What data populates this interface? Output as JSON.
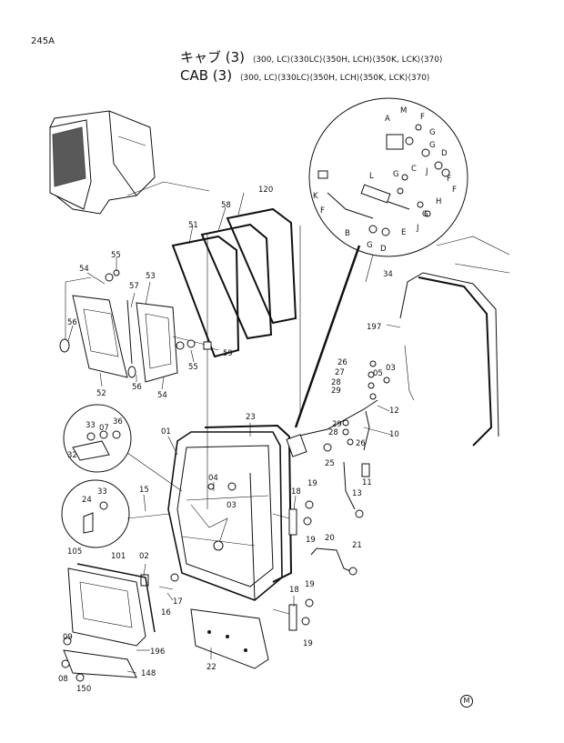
{
  "header": {
    "page_code": "245A",
    "title_jp": "キャブ (3)",
    "title_en": "CAB (3)",
    "models": "⟨300, LC⟩⟨330LC⟩⟨350H, LCH⟩⟨350K, LCK⟩⟨370⟩"
  },
  "part_labels": [
    "120",
    "58",
    "51",
    "55",
    "54",
    "53",
    "57",
    "56",
    "59",
    "55",
    "52",
    "56",
    "54",
    "01",
    "23",
    "32",
    "33",
    "07",
    "36",
    "24",
    "33",
    "15",
    "04",
    "03",
    "18",
    "19",
    "19",
    "20",
    "21",
    "18",
    "19",
    "19",
    "105",
    "101",
    "02",
    "17",
    "16",
    "09",
    "196",
    "08",
    "148",
    "150",
    "22",
    "26",
    "27",
    "28",
    "29",
    "05",
    "03",
    "12",
    "29",
    "28",
    "26",
    "10",
    "25",
    "11",
    "13",
    "197",
    "34",
    "A",
    "M",
    "F",
    "G",
    "C",
    "D",
    "L",
    "J",
    "K",
    "F",
    "B",
    "G",
    "D",
    "E",
    "H",
    "J",
    "G",
    "F",
    "G",
    "F",
    "G"
  ],
  "footer_mark": "M"
}
